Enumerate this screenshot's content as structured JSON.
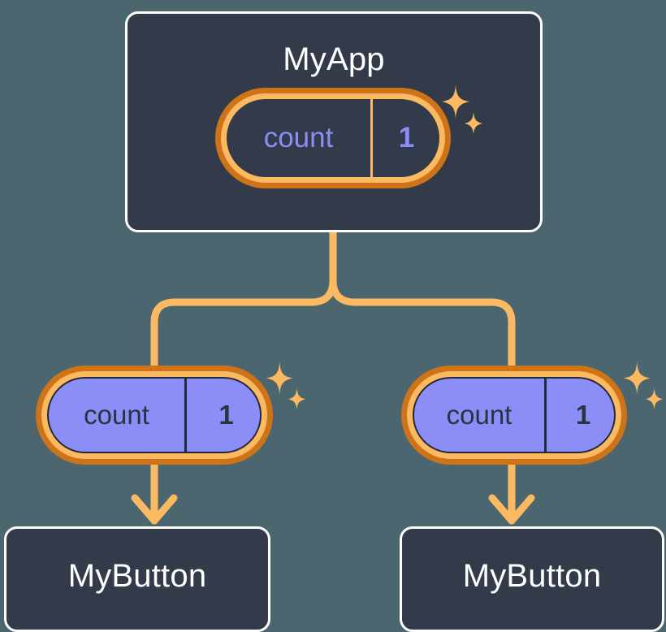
{
  "theme": {
    "background": "#4c6670",
    "card_fill": "#333a49",
    "card_border": "#ffffff",
    "pill_outer_ring": "#ce7318",
    "pill_inner_ring": "#fbb962",
    "pill_fill_purple": "#8b8ef7",
    "accent_text_purple": "#8b8ef7",
    "dark_text": "#2b3340",
    "wire": "#fbb962",
    "sparkle": "#fbb962"
  },
  "diagram": {
    "type": "component-state-tree",
    "root": {
      "name": "card-myapp",
      "title": "MyApp",
      "state": {
        "key": "count",
        "value": "1",
        "style": "dark"
      }
    },
    "children": [
      {
        "name": "branch-left",
        "state": {
          "key": "count",
          "value": "1",
          "style": "filled"
        },
        "component": {
          "title": "MyButton"
        }
      },
      {
        "name": "branch-right",
        "state": {
          "key": "count",
          "value": "1",
          "style": "filled"
        },
        "component": {
          "title": "MyButton"
        }
      }
    ]
  },
  "icons": {
    "sparkle_large": "four-point-star",
    "sparkle_small": "four-point-star",
    "arrow": "arrow-down"
  }
}
